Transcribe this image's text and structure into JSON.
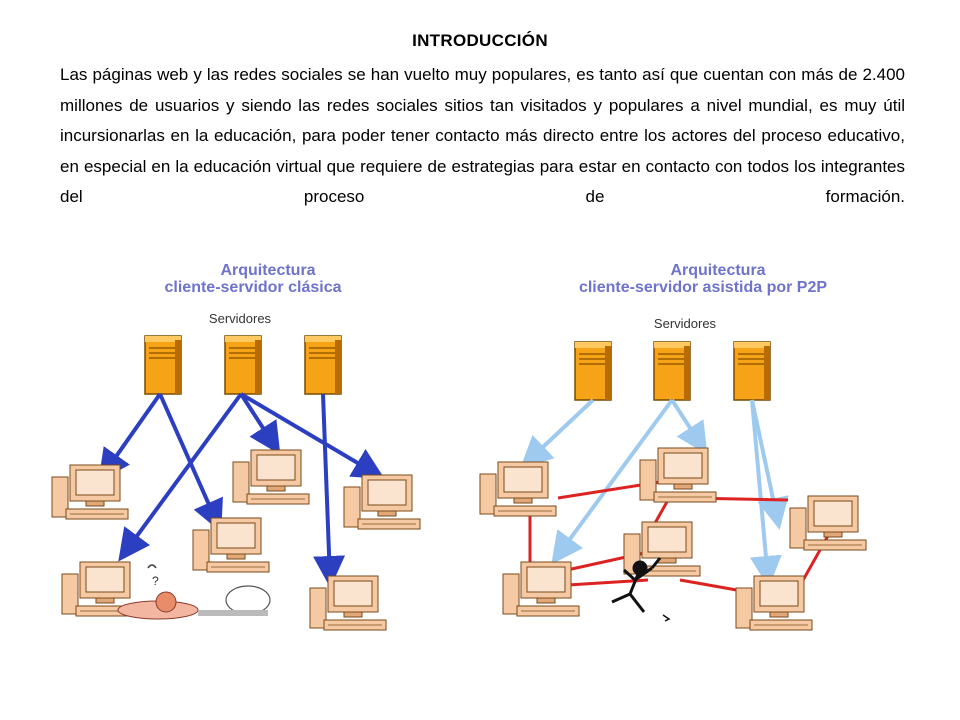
{
  "slide": {
    "title": "INTRODUCCIÓN",
    "paragraph": "Las páginas web y las redes sociales se han vuelto muy populares, es tanto así que cuentan con más de 2.400 millones de usuarios y siendo las redes sociales sitios tan visitados y populares a nivel mundial, es muy útil incursionarlas  en la educación, para poder tener contacto más directo entre los actores del proceso educativo, en especial en la educación virtual que requiere de estrategias para estar en contacto con todos los integrantes del proceso de formación."
  },
  "figure": {
    "left": {
      "title_line1": "Arquitectura",
      "title_line2": "cliente-servidor clásica",
      "servers_label": "Servidores"
    },
    "right": {
      "title_line1": "Arquitectura",
      "title_line2": "cliente-servidor asistida por P2P",
      "servers_label": "Servidores"
    },
    "colors": {
      "heading": "#6f73c9",
      "server": "#f7a317",
      "server_shadow": "#b86b00",
      "computer": "#f5c9a3",
      "arrow_left": "#2c3fc0",
      "arrow_right": "#9fcaf0",
      "p2p_link": "#dd2222"
    },
    "icons": [
      "server-icon",
      "computer-icon",
      "hacker-figure",
      "sleeping-user-figure"
    ]
  }
}
